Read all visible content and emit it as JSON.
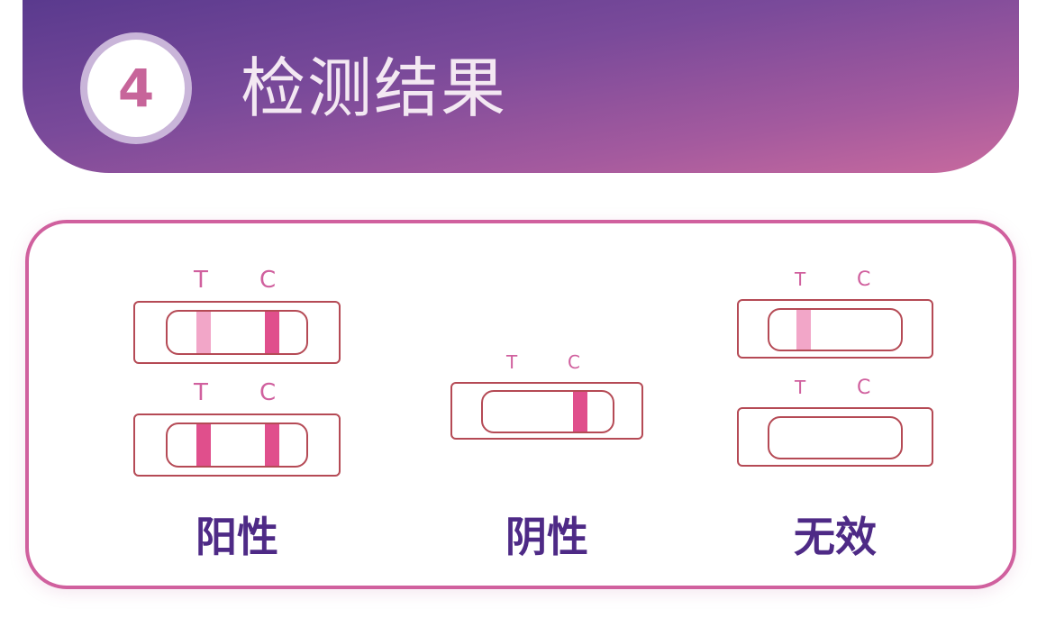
{
  "header": {
    "step_number": "4",
    "title": "检测结果"
  },
  "strip_labels": {
    "test": "T",
    "control": "C"
  },
  "results": [
    {
      "label": "阳性"
    },
    {
      "label": "阴性"
    },
    {
      "label": "无效"
    }
  ],
  "colors": {
    "header_gradient_start": "#5a3a8e",
    "header_gradient_end": "#c86a9e",
    "accent_pink": "#d0609e",
    "strong_band": "#e04f8c",
    "faint_band": "#f2a6c8",
    "cassette_border": "#b54a55",
    "label_purple": "#4e2a86"
  }
}
